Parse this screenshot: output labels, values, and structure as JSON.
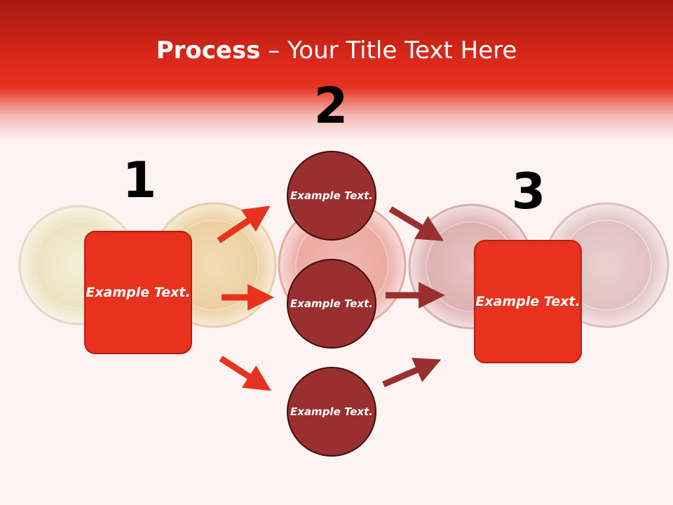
{
  "slide": {
    "title_bold": "Process",
    "title_rest": " – Your Title Text Here",
    "steps": [
      "1",
      "2",
      "3"
    ],
    "left_box": "Example Text.",
    "right_box": "Example Text.",
    "circles": [
      "Example Text.",
      "Example Text.",
      "Example Text."
    ]
  },
  "colors": {
    "header_red": "#e6311f",
    "box_fill": "#e8321e",
    "circle_fill": "#99302f",
    "arrow_bright": "#e8321e",
    "arrow_dark": "#99302f",
    "background": "#fdf3f2"
  }
}
